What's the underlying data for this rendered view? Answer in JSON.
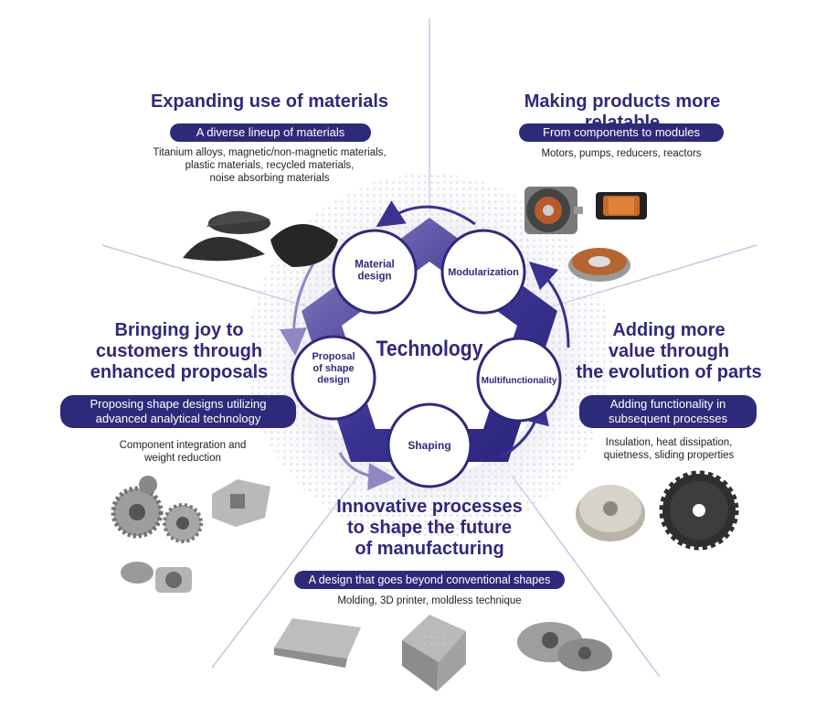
{
  "colors": {
    "navy": "#2e2a7a",
    "pentagon": "#3a3291",
    "pentagon_light": "#8f86c4",
    "divider": "#c9c4de"
  },
  "center": {
    "title": "Technology"
  },
  "nodes": {
    "material_design": "Material\ndesign",
    "modularization": "Modularization",
    "multifunctionality": "Multifunctionality",
    "shaping": "Shaping",
    "proposal": "Proposal\nof shape\ndesign"
  },
  "sections": {
    "materials": {
      "title": "Expanding use of materials",
      "pill": "A diverse lineup of materials",
      "desc": "Titanium alloys, magnetic/non-magnetic materials,\nplastic materials, recycled materials,\nnoise absorbing materials"
    },
    "relatable": {
      "title": "Making products more relatable",
      "pill": "From components to modules",
      "desc": "Motors, pumps, reducers, reactors"
    },
    "value": {
      "title": "Adding more\nvalue through\nthe evolution of parts",
      "pill": "Adding functionality in\nsubsequent processes",
      "desc": "Insulation, heat dissipation,\nquietness, sliding properties"
    },
    "processes": {
      "title": "Innovative processes\nto shape the future\nof manufacturing",
      "pill": "A design that goes beyond conventional shapes",
      "desc": "Molding, 3D printer, moldless technique"
    },
    "joy": {
      "title": "Bringing joy to\ncustomers through\nenhanced proposals",
      "pill": "Proposing shape designs utilizing\nadvanced analytical technology",
      "desc": "Component integration and\nweight reduction"
    }
  },
  "icons": [
    "powder-pile-icon",
    "motor-module-icon",
    "stator-coil-icon",
    "rotor-part-icon",
    "gear-icon",
    "metal-block-icon",
    "lattice-cube-icon",
    "impeller-icon",
    "sprocket-icon",
    "bracket-icon"
  ]
}
